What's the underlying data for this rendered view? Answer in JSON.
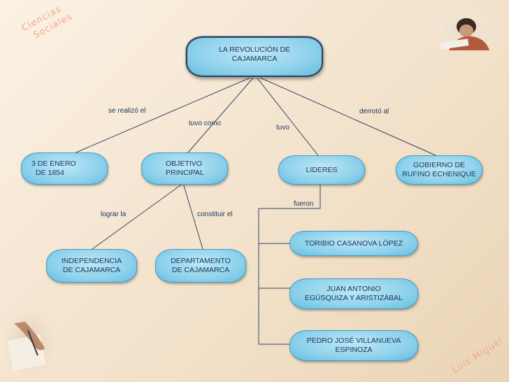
{
  "brand": {
    "line1": "Ciencias",
    "line2": "Sociales",
    "author": "Luis Miguel"
  },
  "nodes": {
    "root": [
      "LA REVOLUCIÓN  DE",
      "CAJAMARCA"
    ],
    "date": [
      "3  DE ENERO",
      "DE 1854"
    ],
    "objective": [
      "OBJETIVO",
      "PRINCIPAL"
    ],
    "leaders": [
      "LIDERES"
    ],
    "government": [
      "GOBIERNO DE",
      "RUFINO ECHENIQUE"
    ],
    "independence": [
      "INDEPENDENCIA",
      "DE CAJAMARCA"
    ],
    "department": [
      "DEPARTAMENTO",
      "DE CAJAMARCA"
    ],
    "leader1": [
      "TORIBIO CASANOVA LÓPEZ"
    ],
    "leader2": [
      "JUAN ANTONIO",
      "EGÚSQUIZA Y ARISTIZÁBAL"
    ],
    "leader3": [
      "PEDRO JOSÉ VILLANUEVA",
      "ESPINOZA"
    ]
  },
  "labels": {
    "se_realizo": "se realizó el",
    "tuvo_como": "tuvo como",
    "tuvo": "tuvo",
    "derroto": "derrotó al",
    "lograr": "lograr la",
    "constituir": "constituir el",
    "fueron": "fueron"
  }
}
